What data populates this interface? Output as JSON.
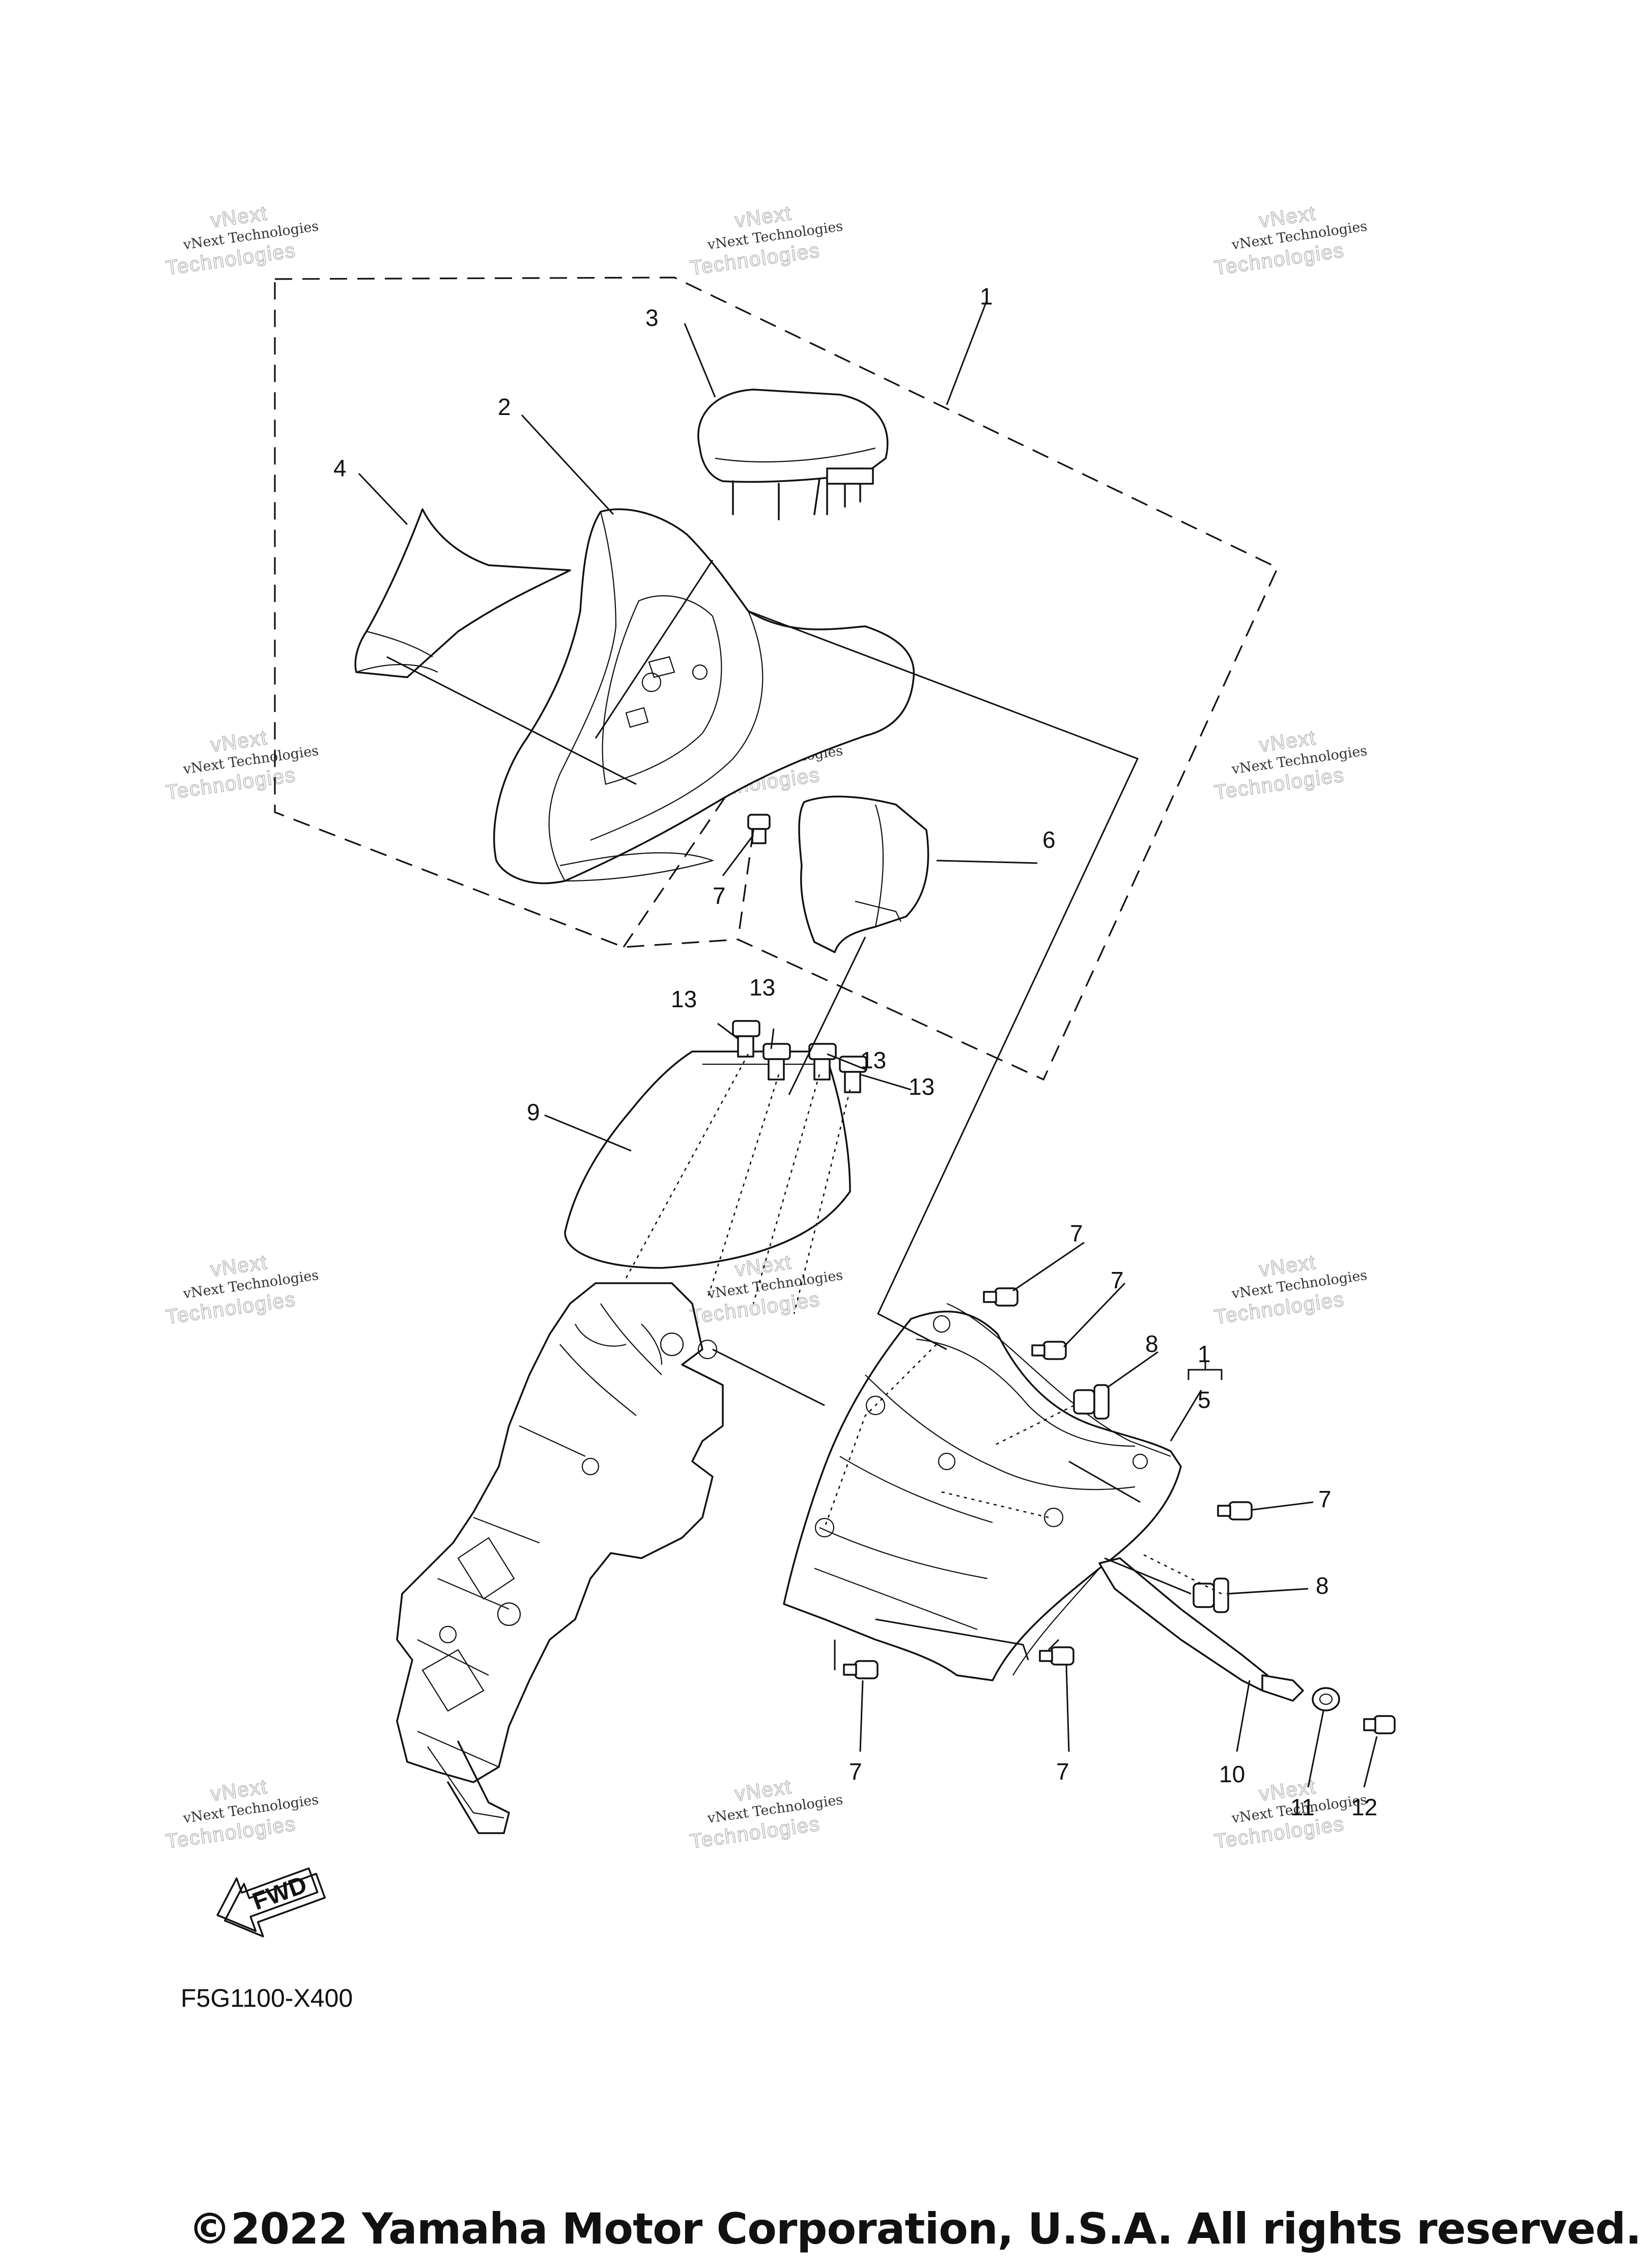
{
  "diagram": {
    "callouts": {
      "c1_top": "1",
      "c2": "2",
      "c3": "3",
      "c4": "4",
      "c5": "5",
      "c1_kit": "1",
      "c6": "6",
      "c7_a": "7",
      "c7_b": "7",
      "c7_c": "7",
      "c7_d": "7",
      "c7_e": "7",
      "c7_f": "7",
      "c8_a": "8",
      "c8_b": "8",
      "c9": "9",
      "c10": "10",
      "c11": "11",
      "c12": "12",
      "c13_a": "13",
      "c13_b": "13",
      "c13_c": "13",
      "c13_d": "13"
    },
    "fwd_label": "FWD",
    "drawing_code": "F5G1100-X400",
    "copyright": "©2022 Yamaha Motor Corporation, U.S.A. All rights reserved."
  },
  "watermark": {
    "line1": "vNext Technologies",
    "line2": "vNext",
    "line3": "Technologies"
  }
}
